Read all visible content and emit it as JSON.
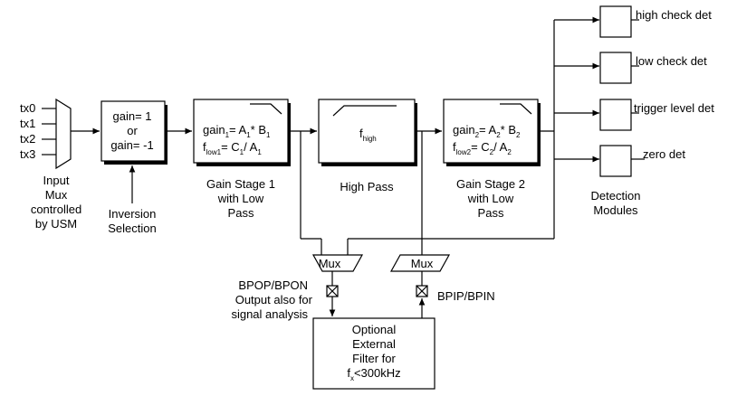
{
  "inputs": [
    "tx0",
    "tx1",
    "tx2",
    "tx3"
  ],
  "input_mux": {
    "label_lines": [
      "Input",
      "Mux",
      "controlled",
      "by USM"
    ]
  },
  "sign_block": {
    "line1": "gain= 1",
    "line2": "or",
    "line3": "gain= -1"
  },
  "inversion": {
    "lines": [
      "Inversion",
      "Selection"
    ]
  },
  "gain_stage_1": {
    "gain_formula": {
      "a": "gain",
      "a_sub": "1",
      "b": "= A",
      "b_sub": "1",
      "c": "* B",
      "c_sub": "1"
    },
    "flow_formula": {
      "a": "f",
      "a_sub": "low1",
      "b": "= C",
      "b_sub": "1",
      "c": "/ A",
      "c_sub": "1"
    },
    "label_lines": [
      "Gain Stage 1",
      "with Low",
      "Pass"
    ]
  },
  "high_pass": {
    "f": "f",
    "f_sub": "high",
    "label": "High Pass"
  },
  "gain_stage_2": {
    "gain_formula": {
      "a": "gain",
      "a_sub": "2",
      "b": "= A",
      "b_sub": "2",
      "c": "* B",
      "c_sub": "2"
    },
    "flow_formula": {
      "a": "f",
      "a_sub": "low2",
      "b": "= C",
      "b_sub": "2",
      "c": "/ A",
      "c_sub": "2"
    },
    "label_lines": [
      "Gain Stage 2",
      "with Low",
      "Pass"
    ]
  },
  "detection": {
    "modules": [
      "high check det",
      "low check det",
      "trigger level det",
      "zero det"
    ],
    "label_lines": [
      "Detection",
      "Modules"
    ]
  },
  "mux_left": {
    "label": "Mux"
  },
  "mux_right": {
    "label": "Mux"
  },
  "bpop_label": [
    "BPOP/BPON",
    "Output also for",
    "signal analysis"
  ],
  "bpip_label": "BPIP/BPIN",
  "external_filter": {
    "lines": [
      "Optional",
      "External",
      "Filter for"
    ],
    "last": {
      "f": "f",
      "sub": "x",
      "rest": "<300kHz"
    }
  }
}
